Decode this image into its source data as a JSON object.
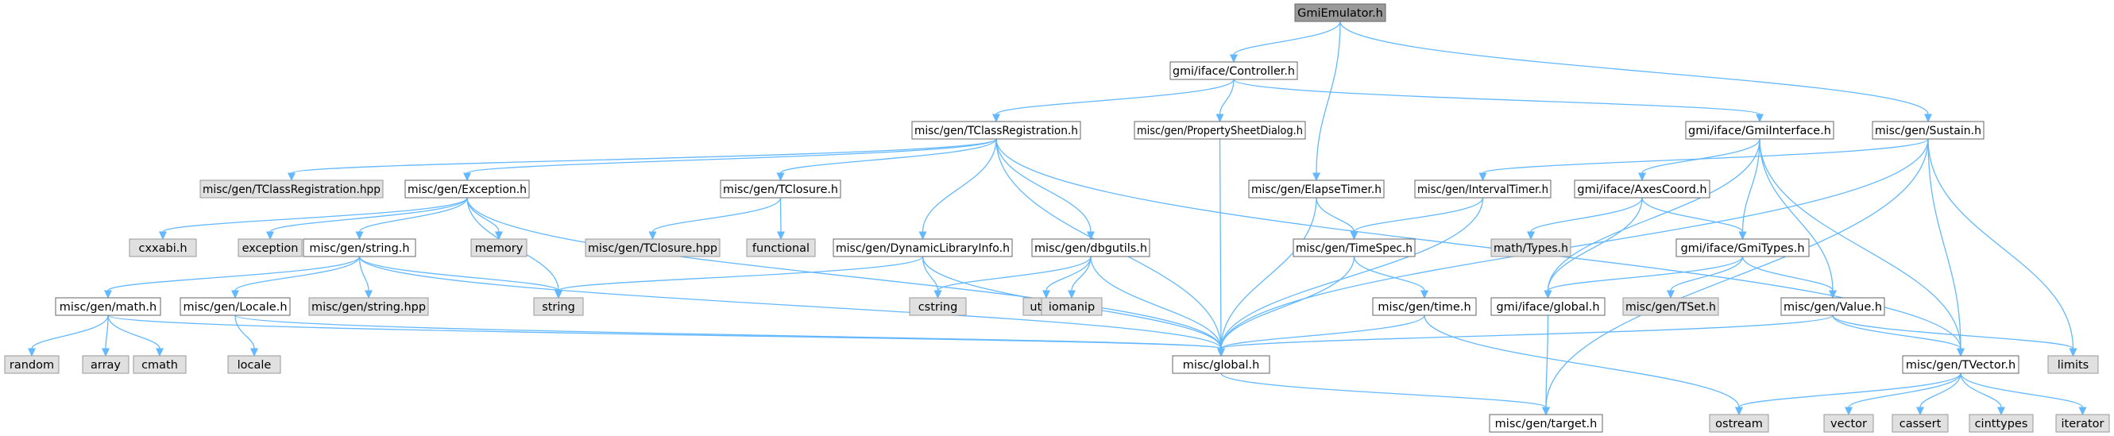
{
  "diagram": {
    "title": "",
    "colors": {
      "background": "#ffffff",
      "root_fill": "#999999",
      "header_fill": "#ffffff",
      "system_fill": "#e0e0e0",
      "border": "#666666",
      "system_border": "#999999",
      "edge": "#63b8ff",
      "text": "#000000"
    },
    "nodes": [
      {
        "id": "gmiemulator_h",
        "label": "GmiEmulator.h",
        "kind": "root"
      },
      {
        "id": "gmi_iface_controller_h",
        "label": "gmi/iface/Controller.h",
        "kind": "header"
      },
      {
        "id": "misc_gen_tclassregistration_h",
        "label": "misc/gen/TClassRegistration.h",
        "kind": "header"
      },
      {
        "id": "misc_gen_propertysheetdialog_h",
        "label": "misc/gen/PropertySheetDialog.h",
        "kind": "header"
      },
      {
        "id": "gmi_iface_gmiinterface_h",
        "label": "gmi/iface/GmiInterface.h",
        "kind": "header"
      },
      {
        "id": "misc_gen_sustain_h",
        "label": "misc/gen/Sustain.h",
        "kind": "header"
      },
      {
        "id": "misc_gen_tclassregistration_hpp",
        "label": "misc/gen/TClassRegistration.hpp",
        "kind": "system"
      },
      {
        "id": "misc_gen_exception_h",
        "label": "misc/gen/Exception.h",
        "kind": "header"
      },
      {
        "id": "misc_gen_tclosure_h",
        "label": "misc/gen/TClosure.h",
        "kind": "header"
      },
      {
        "id": "misc_gen_elapsetimer_h",
        "label": "misc/gen/ElapseTimer.h",
        "kind": "header"
      },
      {
        "id": "misc_gen_intervaltimer_h",
        "label": "misc/gen/IntervalTimer.h",
        "kind": "header"
      },
      {
        "id": "gmi_iface_axescoord_h",
        "label": "gmi/iface/AxesCoord.h",
        "kind": "header"
      },
      {
        "id": "cxxabi_h",
        "label": "cxxabi.h",
        "kind": "system"
      },
      {
        "id": "exception",
        "label": "exception",
        "kind": "system"
      },
      {
        "id": "misc_gen_string_h",
        "label": "misc/gen/string.h",
        "kind": "header"
      },
      {
        "id": "memory",
        "label": "memory",
        "kind": "system"
      },
      {
        "id": "misc_gen_tclosure_hpp",
        "label": "misc/gen/TClosure.hpp",
        "kind": "system"
      },
      {
        "id": "functional",
        "label": "functional",
        "kind": "system"
      },
      {
        "id": "misc_gen_dynamiclibraryinfo_h",
        "label": "misc/gen/DynamicLibraryInfo.h",
        "kind": "header"
      },
      {
        "id": "misc_gen_dbgutils_h",
        "label": "misc/gen/dbgutils.h",
        "kind": "header"
      },
      {
        "id": "misc_gen_timespec_h",
        "label": "misc/gen/TimeSpec.h",
        "kind": "header"
      },
      {
        "id": "math_types_h",
        "label": "math/Types.h",
        "kind": "system"
      },
      {
        "id": "gmi_iface_gmitypes_h",
        "label": "gmi/iface/GmiTypes.h",
        "kind": "header"
      },
      {
        "id": "misc_gen_math_h",
        "label": "misc/gen/math.h",
        "kind": "header"
      },
      {
        "id": "misc_gen_locale_h",
        "label": "misc/gen/Locale.h",
        "kind": "header"
      },
      {
        "id": "misc_gen_string_hpp",
        "label": "misc/gen/string.hpp",
        "kind": "system"
      },
      {
        "id": "string",
        "label": "string",
        "kind": "system"
      },
      {
        "id": "cstring",
        "label": "cstring",
        "kind": "system"
      },
      {
        "id": "utility",
        "label": "utility",
        "kind": "system"
      },
      {
        "id": "iomanip",
        "label": "iomanip",
        "kind": "system"
      },
      {
        "id": "misc_gen_time_h",
        "label": "misc/gen/time.h",
        "kind": "header"
      },
      {
        "id": "gmi_iface_global_h",
        "label": "gmi/iface/global.h",
        "kind": "header"
      },
      {
        "id": "misc_gen_tset_h",
        "label": "misc/gen/TSet.h",
        "kind": "system"
      },
      {
        "id": "misc_gen_value_h",
        "label": "misc/gen/Value.h",
        "kind": "header"
      },
      {
        "id": "random",
        "label": "random",
        "kind": "system"
      },
      {
        "id": "array",
        "label": "array",
        "kind": "system"
      },
      {
        "id": "cmath",
        "label": "cmath",
        "kind": "system"
      },
      {
        "id": "locale",
        "label": "locale",
        "kind": "system"
      },
      {
        "id": "misc_global_h",
        "label": "misc/global.h",
        "kind": "header"
      },
      {
        "id": "misc_gen_tvector_h",
        "label": "misc/gen/TVector.h",
        "kind": "header"
      },
      {
        "id": "limits",
        "label": "limits",
        "kind": "system"
      },
      {
        "id": "misc_gen_target_h",
        "label": "misc/gen/target.h",
        "kind": "header"
      },
      {
        "id": "ostream",
        "label": "ostream",
        "kind": "system"
      },
      {
        "id": "vector",
        "label": "vector",
        "kind": "system"
      },
      {
        "id": "cassert",
        "label": "cassert",
        "kind": "system"
      },
      {
        "id": "cinttypes",
        "label": "cinttypes",
        "kind": "system"
      },
      {
        "id": "iterator",
        "label": "iterator",
        "kind": "system"
      }
    ],
    "edges": [
      [
        "gmiemulator_h",
        "gmi_iface_controller_h"
      ],
      [
        "gmiemulator_h",
        "misc_gen_elapsetimer_h"
      ],
      [
        "gmiemulator_h",
        "misc_gen_sustain_h"
      ],
      [
        "gmi_iface_controller_h",
        "misc_gen_tclassregistration_h"
      ],
      [
        "gmi_iface_controller_h",
        "misc_gen_propertysheetdialog_h"
      ],
      [
        "gmi_iface_controller_h",
        "gmi_iface_gmiinterface_h"
      ],
      [
        "misc_gen_tclassregistration_h",
        "misc_gen_tclassregistration_hpp"
      ],
      [
        "misc_gen_tclassregistration_h",
        "misc_gen_exception_h"
      ],
      [
        "misc_gen_tclassregistration_h",
        "misc_gen_tclosure_h"
      ],
      [
        "misc_gen_tclassregistration_h",
        "misc_gen_dynamiclibraryinfo_h"
      ],
      [
        "misc_gen_tclassregistration_h",
        "misc_gen_dbgutils_h"
      ],
      [
        "misc_gen_tclassregistration_h",
        "misc_global_h"
      ],
      [
        "misc_gen_tclassregistration_h",
        "misc_gen_tvector_h"
      ],
      [
        "misc_gen_propertysheetdialog_h",
        "misc_global_h"
      ],
      [
        "gmi_iface_gmiinterface_h",
        "gmi_iface_axescoord_h"
      ],
      [
        "gmi_iface_gmiinterface_h",
        "gmi_iface_gmitypes_h"
      ],
      [
        "gmi_iface_gmiinterface_h",
        "gmi_iface_global_h"
      ],
      [
        "gmi_iface_gmiinterface_h",
        "misc_gen_value_h"
      ],
      [
        "gmi_iface_gmiinterface_h",
        "misc_gen_tvector_h"
      ],
      [
        "misc_gen_sustain_h",
        "misc_gen_intervaltimer_h"
      ],
      [
        "misc_gen_sustain_h",
        "misc_global_h"
      ],
      [
        "misc_gen_sustain_h",
        "misc_gen_target_h"
      ],
      [
        "misc_gen_sustain_h",
        "misc_gen_tvector_h"
      ],
      [
        "misc_gen_sustain_h",
        "limits"
      ],
      [
        "misc_gen_exception_h",
        "cxxabi_h"
      ],
      [
        "misc_gen_exception_h",
        "exception"
      ],
      [
        "misc_gen_exception_h",
        "misc_gen_string_h"
      ],
      [
        "misc_gen_exception_h",
        "memory"
      ],
      [
        "misc_gen_exception_h",
        "string"
      ],
      [
        "misc_gen_exception_h",
        "misc_global_h"
      ],
      [
        "misc_gen_tclosure_h",
        "misc_gen_tclosure_hpp"
      ],
      [
        "misc_gen_tclosure_h",
        "functional"
      ],
      [
        "misc_gen_elapsetimer_h",
        "misc_gen_timespec_h"
      ],
      [
        "misc_gen_elapsetimer_h",
        "misc_global_h"
      ],
      [
        "misc_gen_intervaltimer_h",
        "misc_gen_timespec_h"
      ],
      [
        "misc_gen_intervaltimer_h",
        "misc_global_h"
      ],
      [
        "gmi_iface_axescoord_h",
        "math_types_h"
      ],
      [
        "gmi_iface_axescoord_h",
        "gmi_iface_gmitypes_h"
      ],
      [
        "gmi_iface_axescoord_h",
        "gmi_iface_global_h"
      ],
      [
        "misc_gen_string_h",
        "misc_gen_math_h"
      ],
      [
        "misc_gen_string_h",
        "misc_gen_locale_h"
      ],
      [
        "misc_gen_string_h",
        "misc_gen_string_hpp"
      ],
      [
        "misc_gen_string_h",
        "string"
      ],
      [
        "misc_gen_string_h",
        "misc_global_h"
      ],
      [
        "misc_gen_dynamiclibraryinfo_h",
        "string"
      ],
      [
        "misc_gen_dynamiclibraryinfo_h",
        "cstring"
      ],
      [
        "misc_gen_dynamiclibraryinfo_h",
        "misc_global_h"
      ],
      [
        "misc_gen_dbgutils_h",
        "cstring"
      ],
      [
        "misc_gen_dbgutils_h",
        "utility"
      ],
      [
        "misc_gen_dbgutils_h",
        "iomanip"
      ],
      [
        "misc_gen_dbgutils_h",
        "misc_global_h"
      ],
      [
        "misc_gen_timespec_h",
        "misc_gen_time_h"
      ],
      [
        "misc_gen_timespec_h",
        "misc_global_h"
      ],
      [
        "gmi_iface_gmitypes_h",
        "gmi_iface_global_h"
      ],
      [
        "gmi_iface_gmitypes_h",
        "misc_gen_tset_h"
      ],
      [
        "gmi_iface_gmitypes_h",
        "misc_gen_value_h"
      ],
      [
        "misc_gen_math_h",
        "random"
      ],
      [
        "misc_gen_math_h",
        "array"
      ],
      [
        "misc_gen_math_h",
        "cmath"
      ],
      [
        "misc_gen_math_h",
        "misc_global_h"
      ],
      [
        "misc_gen_locale_h",
        "locale"
      ],
      [
        "misc_gen_locale_h",
        "misc_global_h"
      ],
      [
        "misc_gen_time_h",
        "misc_global_h"
      ],
      [
        "misc_gen_time_h",
        "ostream"
      ],
      [
        "gmi_iface_global_h",
        "misc_gen_target_h"
      ],
      [
        "misc_gen_value_h",
        "misc_global_h"
      ],
      [
        "misc_gen_value_h",
        "misc_gen_tvector_h"
      ],
      [
        "misc_gen_value_h",
        "limits"
      ],
      [
        "misc_global_h",
        "misc_gen_target_h"
      ],
      [
        "misc_gen_tvector_h",
        "ostream"
      ],
      [
        "misc_gen_tvector_h",
        "vector"
      ],
      [
        "misc_gen_tvector_h",
        "cassert"
      ],
      [
        "misc_gen_tvector_h",
        "cinttypes"
      ],
      [
        "misc_gen_tvector_h",
        "iterator"
      ]
    ]
  }
}
